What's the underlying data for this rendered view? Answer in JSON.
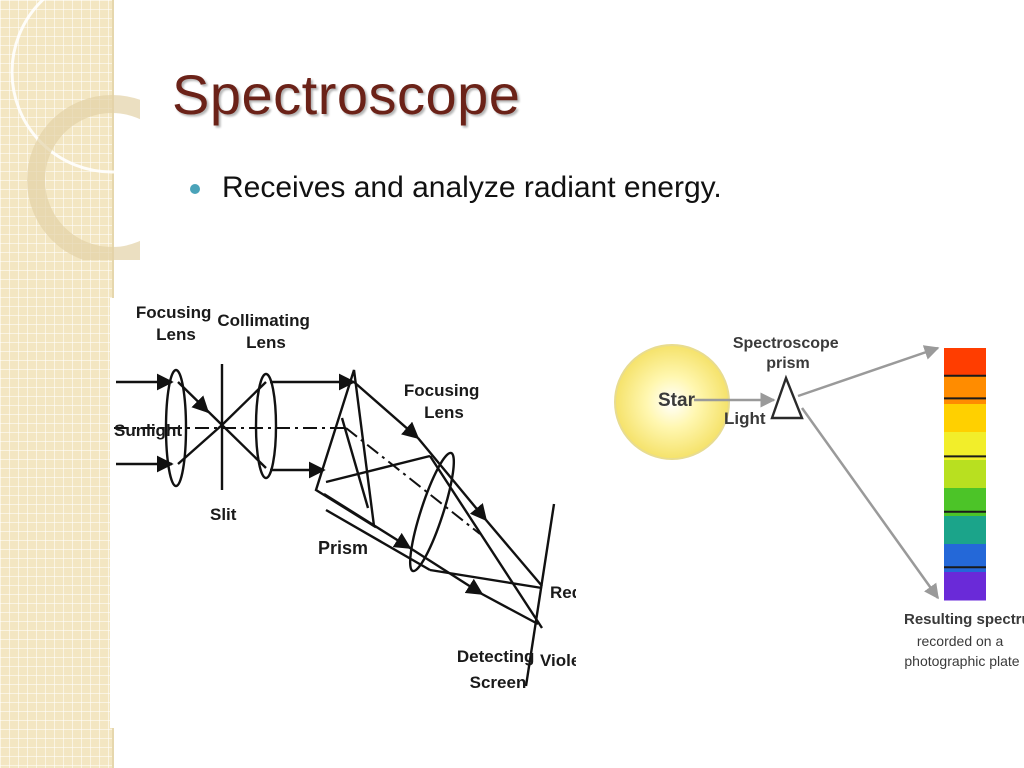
{
  "slide": {
    "title": "Spectroscope",
    "bullets": [
      "Receives and analyze radiant energy."
    ]
  },
  "left_diagram": {
    "labels": {
      "focusing_lens_1": [
        "Focusing",
        "Lens"
      ],
      "collimating_lens": [
        "Collimating",
        "Lens"
      ],
      "focusing_lens_2": [
        "Focusing",
        "Lens"
      ],
      "sunlight": "Sunlight",
      "slit": "Slit",
      "prism": "Prism",
      "red": "Red",
      "violet": "Violet",
      "detecting_screen": [
        "Detecting",
        "Screen"
      ]
    }
  },
  "right_diagram": {
    "labels": {
      "star": "Star",
      "light": "Light",
      "spectroscope_prism": [
        "Spectroscope",
        "prism"
      ],
      "resulting_spectrum": "Resulting spectrum,",
      "recorded_on": [
        "recorded on a",
        "photographic plate"
      ]
    },
    "spectrum_colors": [
      "#ff3d00",
      "#ff8c00",
      "#ffd000",
      "#f2ee2a",
      "#b8e020",
      "#4cc428",
      "#1ba48a",
      "#2468d8",
      "#6a2ad8"
    ]
  },
  "colors": {
    "title": "#6b2218",
    "bullet": "#4aa3b9",
    "strip": "#f3e6c2"
  }
}
